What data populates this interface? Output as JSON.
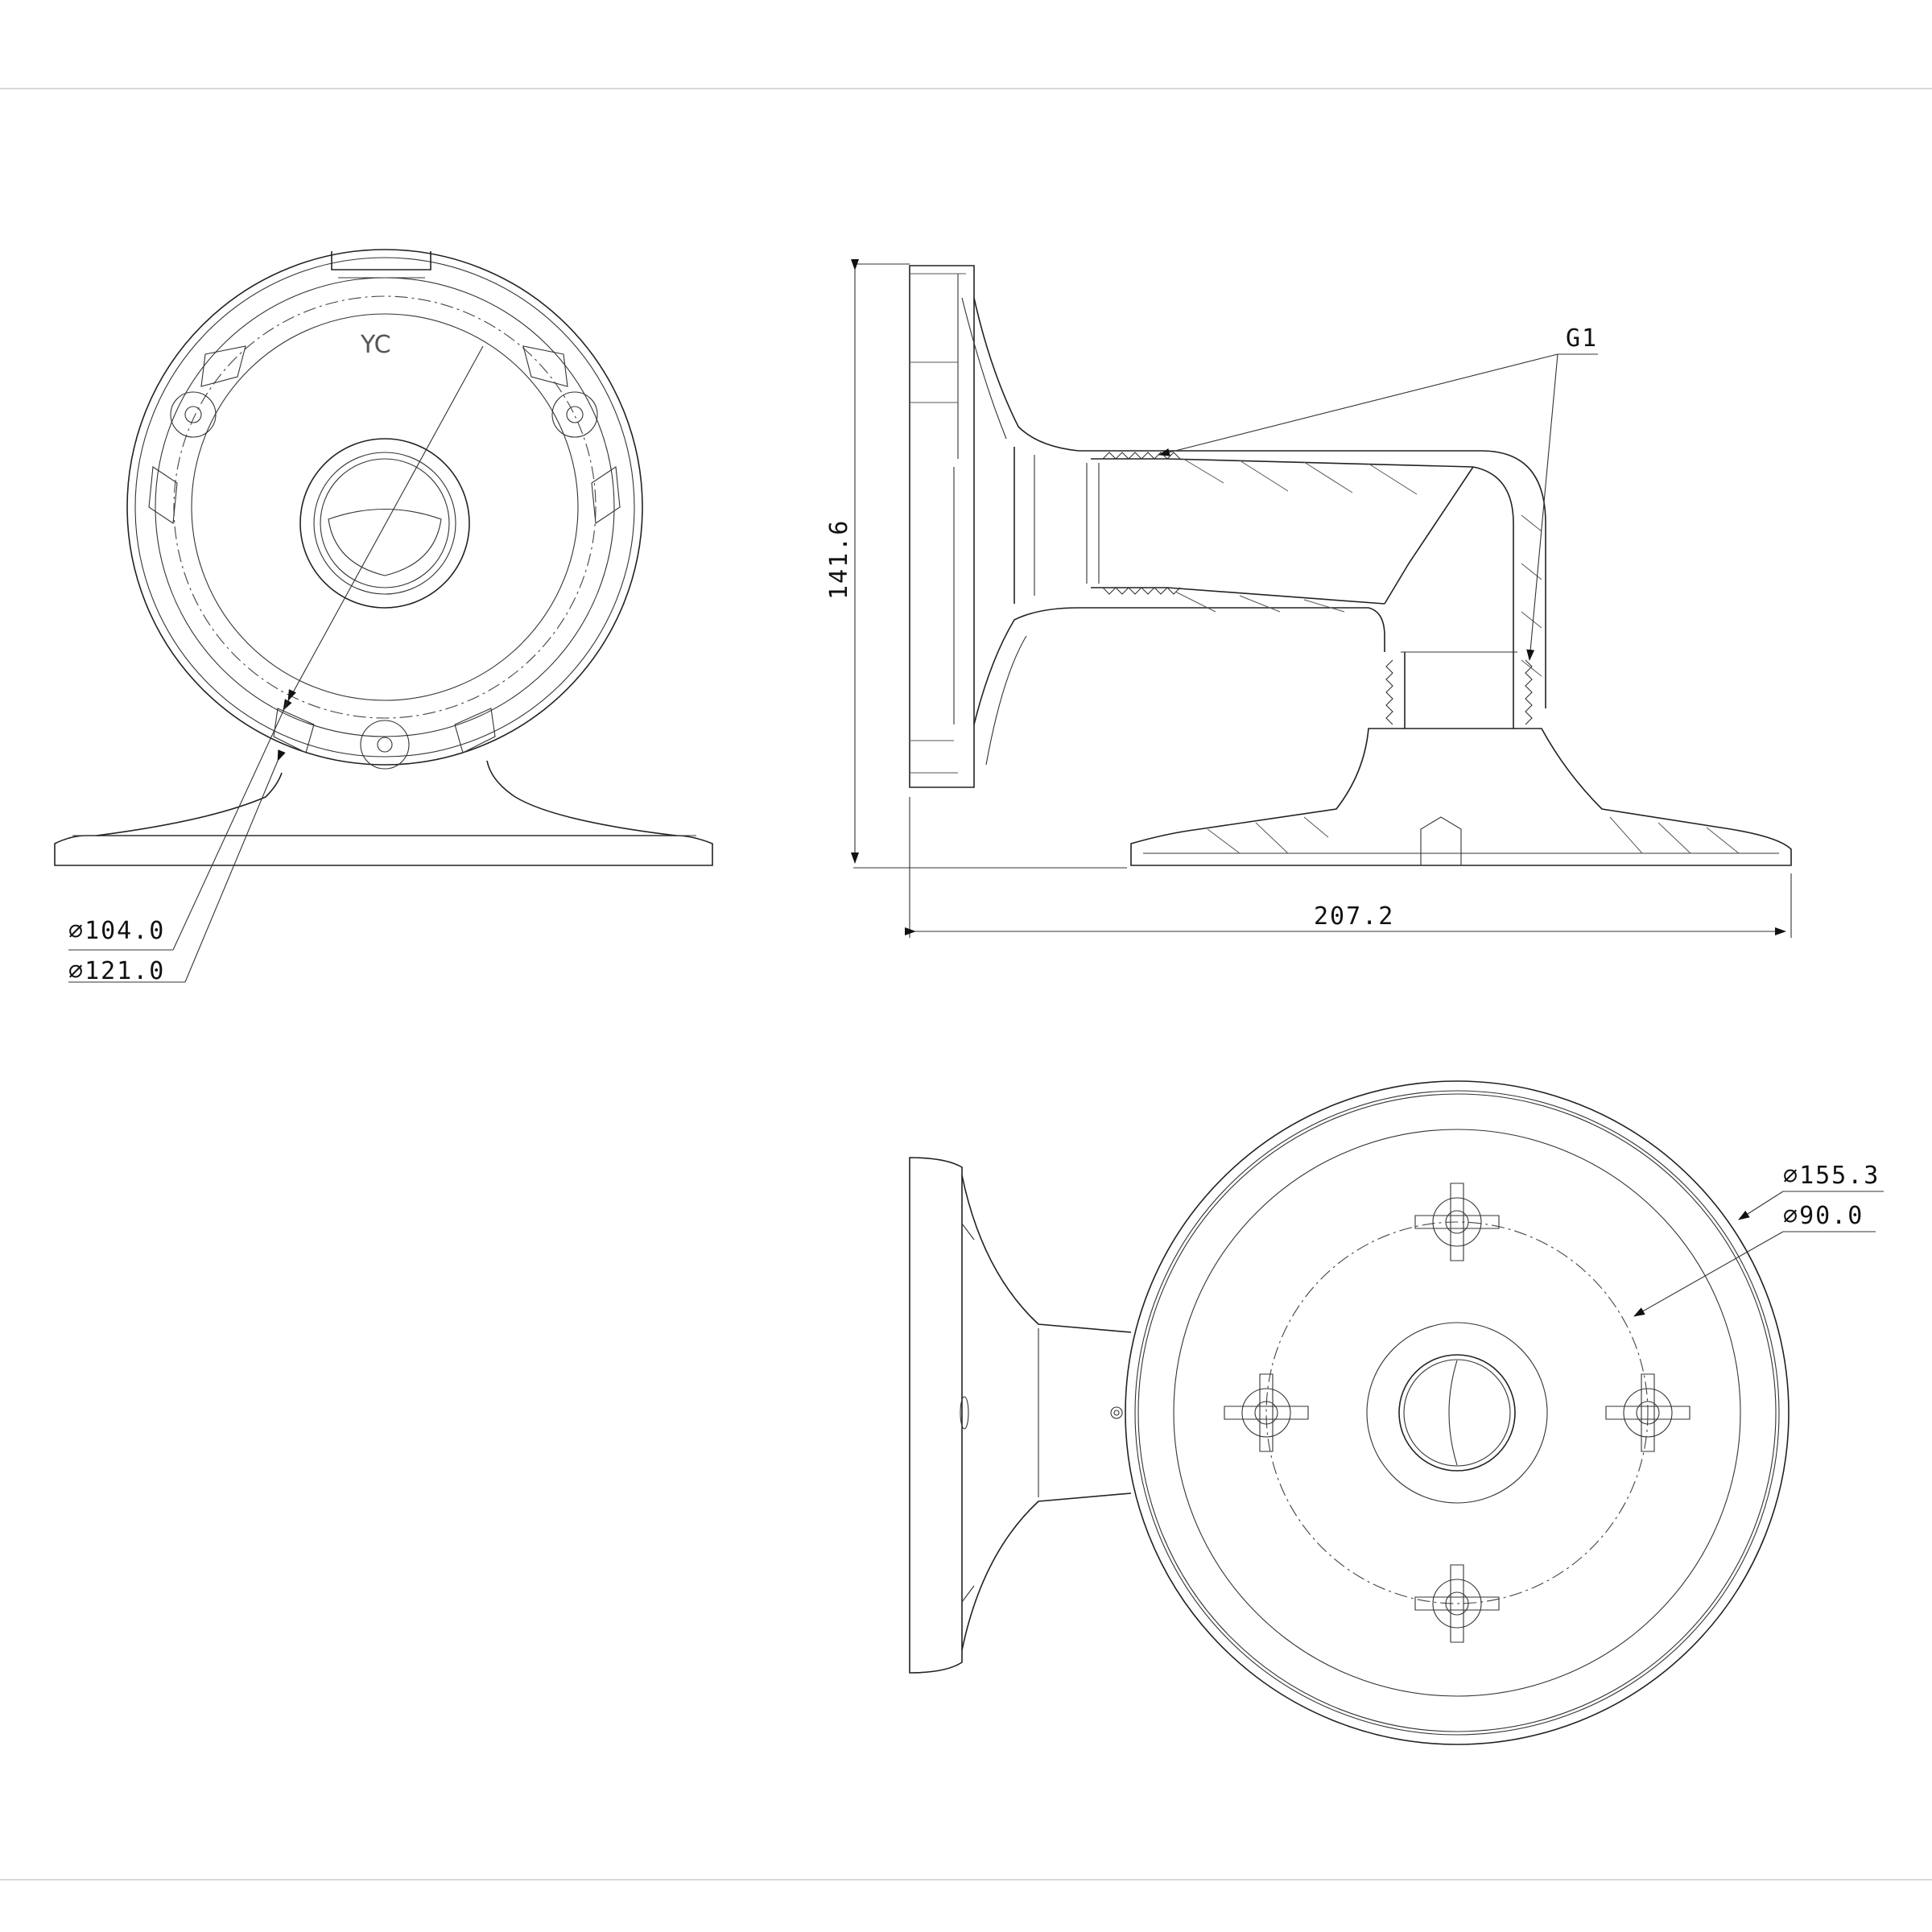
{
  "drawing": {
    "front_view": {
      "marking": "YC"
    },
    "dimensions": {
      "height": "141.6",
      "width": "207.2",
      "thread": "G1",
      "diam_1": "104.0",
      "diam_2": "121.0",
      "diam_3": "155.3",
      "diam_4": "90.0"
    },
    "diameter_symbol": "∅"
  }
}
